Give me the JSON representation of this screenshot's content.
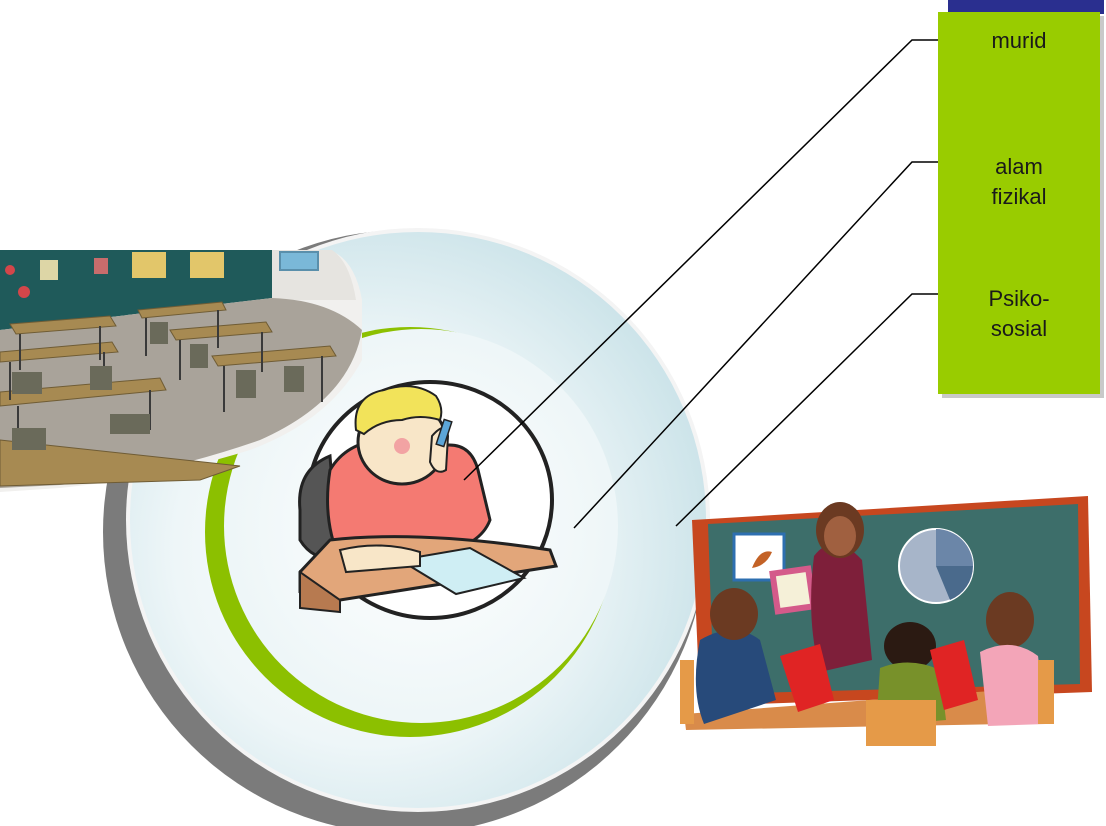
{
  "labels": {
    "murid": "murid",
    "alam_fizikal": "alam\nfizikal",
    "psikososial": "Psiko-\nsosial"
  },
  "colors": {
    "accent_green": "#99cc00",
    "inner_ring": "#8cc000",
    "outer_ring_shadow": "#7a7a7a",
    "disc_fill": "#d2e7ec",
    "callout_line": "#000000",
    "panel_top_bar": "#2a2f8f"
  },
  "icons": [
    "classroom-illustration",
    "student-at-desk-illustration",
    "teacher-and-students-illustration"
  ]
}
